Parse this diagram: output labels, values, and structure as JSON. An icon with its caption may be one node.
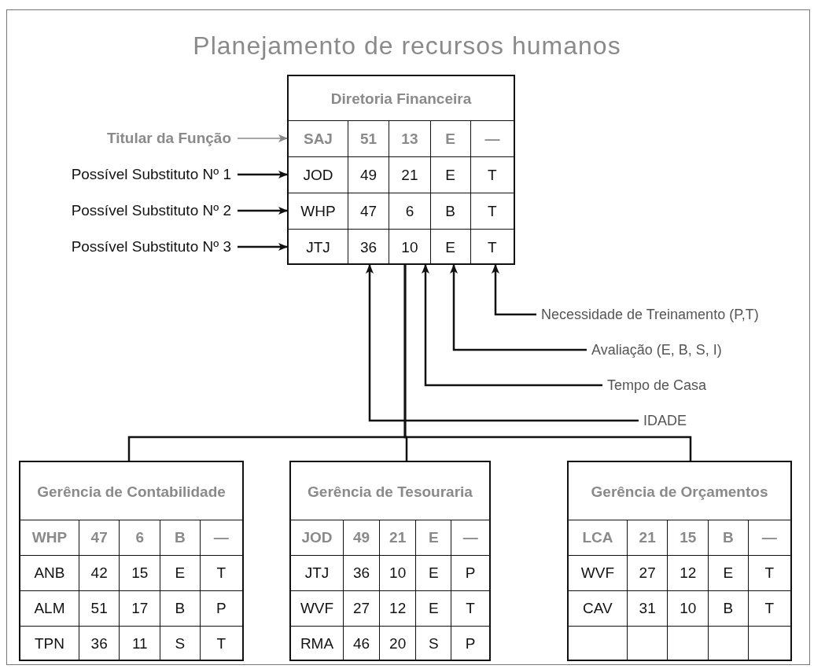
{
  "diagram": {
    "title": "Planejamento de recursos humanos",
    "nodes": [
      {
        "text": [
          "Diretoria Financeira",
          "SAJ",
          "51",
          "13",
          "E",
          "—",
          "JOD",
          "49",
          "21",
          "E",
          "T",
          "WHP",
          "47",
          "6",
          "B",
          "T",
          "JTJ",
          "36",
          "10",
          "E",
          "T"
        ]
      },
      {
        "text": [
          "Titular da Função"
        ]
      },
      {
        "text": [
          "Possível Substituto Nº 1"
        ]
      },
      {
        "text": [
          "Possível Substituto Nº 2"
        ]
      },
      {
        "text": [
          "Possível Substituto Nº 3"
        ]
      },
      {
        "text": [
          "Necessidade de Treinamento (P,T)"
        ]
      },
      {
        "text": [
          "Avaliação (E, B, S, I)"
        ]
      },
      {
        "text": [
          "Tempo de Casa"
        ]
      },
      {
        "text": [
          "IDADE"
        ]
      },
      {
        "text": [
          "Gerência de Contabilidade",
          "WHP",
          "47",
          "6",
          "B",
          "—",
          "ANB",
          "42",
          "15",
          "E",
          "T",
          "ALM",
          "51",
          "17",
          "B",
          "P",
          "TPN",
          "36",
          "11",
          "S",
          "T"
        ]
      },
      {
        "text": [
          "Gerência de Tesouraria",
          "JOD",
          "49",
          "21",
          "E",
          "—",
          "JTJ",
          "36",
          "10",
          "E",
          "P",
          "WVF",
          "27",
          "12",
          "E",
          "T",
          "RMA",
          "46",
          "20",
          "S",
          "P"
        ]
      },
      {
        "text": [
          "Gerência de Orçamentos",
          "LCA",
          "21",
          "15",
          "B",
          "—",
          "WVF",
          "27",
          "12",
          "E",
          "T",
          "CAV",
          "31",
          "10",
          "B",
          "T"
        ]
      }
    ],
    "edges": [
      {
        "from": 1,
        "to": 0,
        "arrow": "to",
        "color": "#888888"
      },
      {
        "from": 2,
        "to": 0,
        "arrow": "to"
      },
      {
        "from": 3,
        "to": 0,
        "arrow": "to"
      },
      {
        "from": 4,
        "to": 0,
        "arrow": "to"
      },
      {
        "from": 5,
        "to": 0,
        "arrow": "to"
      },
      {
        "from": 6,
        "to": 0,
        "arrow": "to"
      },
      {
        "from": 7,
        "to": 0,
        "arrow": "to"
      },
      {
        "from": 8,
        "to": 0,
        "arrow": "to"
      },
      {
        "from": 0,
        "to": 9,
        "arrow": "none"
      },
      {
        "from": 0,
        "to": 10,
        "arrow": "none"
      },
      {
        "from": 0,
        "to": 11,
        "arrow": "none"
      }
    ]
  }
}
